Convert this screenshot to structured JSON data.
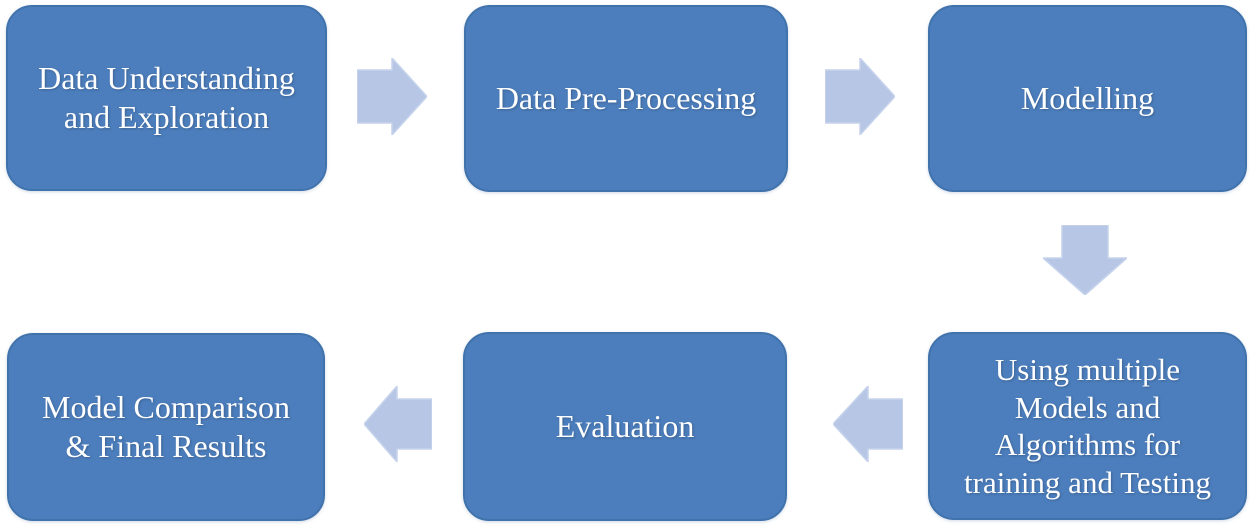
{
  "colors": {
    "background": "#ffffff",
    "box_fill": "#4c7ebd",
    "box_border": "#4072ac",
    "arrow_fill": "#b6c6e4",
    "arrow_border": "#c6d3ec",
    "text": "#ffffff"
  },
  "diagram": {
    "type": "flowchart",
    "nodes": [
      {
        "id": "data-understanding",
        "label": "Data Understanding and Exploration",
        "lines": [
          "Data Understanding",
          "and Exploration"
        ]
      },
      {
        "id": "data-pre-processing",
        "label": "Data Pre-Processing"
      },
      {
        "id": "modelling",
        "label": "Modelling"
      },
      {
        "id": "using-multiple-models",
        "label": "Using multiple Models and Algorithms for training and Testing",
        "lines": [
          "Using multiple",
          "Models and",
          "Algorithms for",
          "training and Testing"
        ]
      },
      {
        "id": "evaluation",
        "label": "Evaluation"
      },
      {
        "id": "model-comparison",
        "label": "Model Comparison & Final Results",
        "lines": [
          "Model Comparison",
          "& Final Results"
        ]
      }
    ],
    "connections": [
      {
        "from": "data-understanding",
        "to": "data-pre-processing",
        "direction": "right"
      },
      {
        "from": "data-pre-processing",
        "to": "modelling",
        "direction": "right"
      },
      {
        "from": "modelling",
        "to": "using-multiple-models",
        "direction": "down"
      },
      {
        "from": "using-multiple-models",
        "to": "evaluation",
        "direction": "left"
      },
      {
        "from": "evaluation",
        "to": "model-comparison",
        "direction": "left"
      }
    ]
  }
}
